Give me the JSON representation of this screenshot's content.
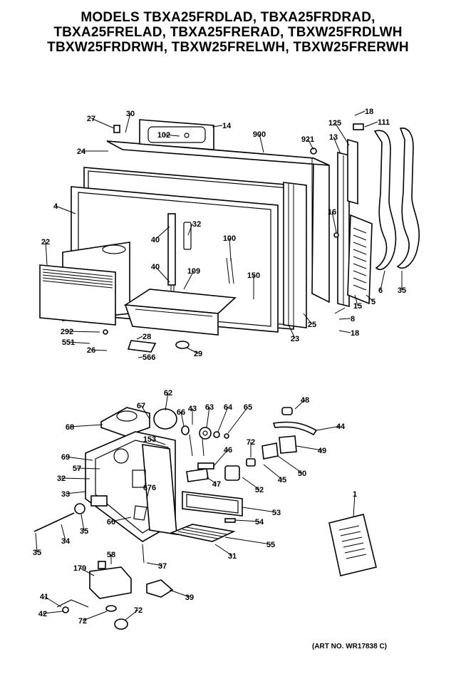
{
  "title_lines": [
    "MODELS TBXA25FRDLAD, TBXA25FRDRAD,",
    "TBXA25FRELAD, TBXA25FRERAD, TBXW25FRDLWH",
    "TBXW25FRDRWH, TBXW25FRELWH, TBXW25FRERWH"
  ],
  "art_number": "(ART NO. WR17838 C)",
  "callouts": [
    {
      "label": "27"
    },
    {
      "label": "30"
    },
    {
      "label": "102"
    },
    {
      "label": "14"
    },
    {
      "label": "900"
    },
    {
      "label": "921"
    },
    {
      "label": "125"
    },
    {
      "label": "13"
    },
    {
      "label": "18"
    },
    {
      "label": "111"
    },
    {
      "label": "24"
    },
    {
      "label": "4"
    },
    {
      "label": "40"
    },
    {
      "label": "32"
    },
    {
      "label": "100"
    },
    {
      "label": "16"
    },
    {
      "label": "22"
    },
    {
      "label": "40"
    },
    {
      "label": "109"
    },
    {
      "label": "150"
    },
    {
      "label": "6"
    },
    {
      "label": "35"
    },
    {
      "label": "5"
    },
    {
      "label": "15"
    },
    {
      "label": "8"
    },
    {
      "label": "25"
    },
    {
      "label": "23"
    },
    {
      "label": "18"
    },
    {
      "label": "292"
    },
    {
      "label": "551"
    },
    {
      "label": "28"
    },
    {
      "label": "26"
    },
    {
      "label": "566"
    },
    {
      "label": "29"
    },
    {
      "label": "62"
    },
    {
      "label": "48"
    },
    {
      "label": "67"
    },
    {
      "label": "43"
    },
    {
      "label": "63"
    },
    {
      "label": "64"
    },
    {
      "label": "65"
    },
    {
      "label": "66"
    },
    {
      "label": "68"
    },
    {
      "label": "44"
    },
    {
      "label": "153"
    },
    {
      "label": "72"
    },
    {
      "label": "46"
    },
    {
      "label": "49"
    },
    {
      "label": "69"
    },
    {
      "label": "57"
    },
    {
      "label": "50"
    },
    {
      "label": "32"
    },
    {
      "label": "45"
    },
    {
      "label": "47"
    },
    {
      "label": "52"
    },
    {
      "label": "676"
    },
    {
      "label": "33"
    },
    {
      "label": "1"
    },
    {
      "label": "53"
    },
    {
      "label": "60"
    },
    {
      "label": "54"
    },
    {
      "label": "35"
    },
    {
      "label": "34"
    },
    {
      "label": "35"
    },
    {
      "label": "55"
    },
    {
      "label": "31"
    },
    {
      "label": "37"
    },
    {
      "label": "58"
    },
    {
      "label": "179"
    },
    {
      "label": "39"
    },
    {
      "label": "41"
    },
    {
      "label": "42"
    },
    {
      "label": "72"
    },
    {
      "label": "72"
    }
  ]
}
